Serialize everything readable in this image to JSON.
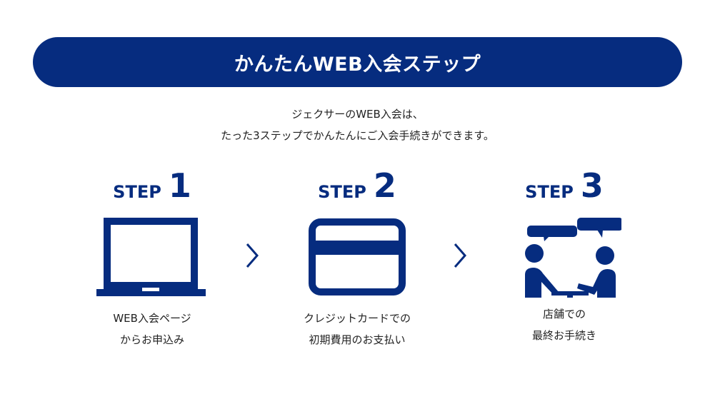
{
  "banner": {
    "title": "かんたんWEB入会ステップ"
  },
  "intro": {
    "line1": "ジェクサーのWEB入会は、",
    "line2": "たった3ステップでかんたんにご入会手続きができます。"
  },
  "steps": [
    {
      "word": "STEP",
      "number": "1",
      "icon": "laptop-icon",
      "caption1": "WEB入会ページ",
      "caption2": "からお申込み"
    },
    {
      "word": "STEP",
      "number": "2",
      "icon": "credit-card-icon",
      "caption1": "クレジットカードでの",
      "caption2": "初期費用のお支払い"
    },
    {
      "word": "STEP",
      "number": "3",
      "icon": "consultation-icon",
      "caption1": "店舗での",
      "caption2": "最終お手続き"
    }
  ],
  "colors": {
    "brand": "#062c7f"
  }
}
